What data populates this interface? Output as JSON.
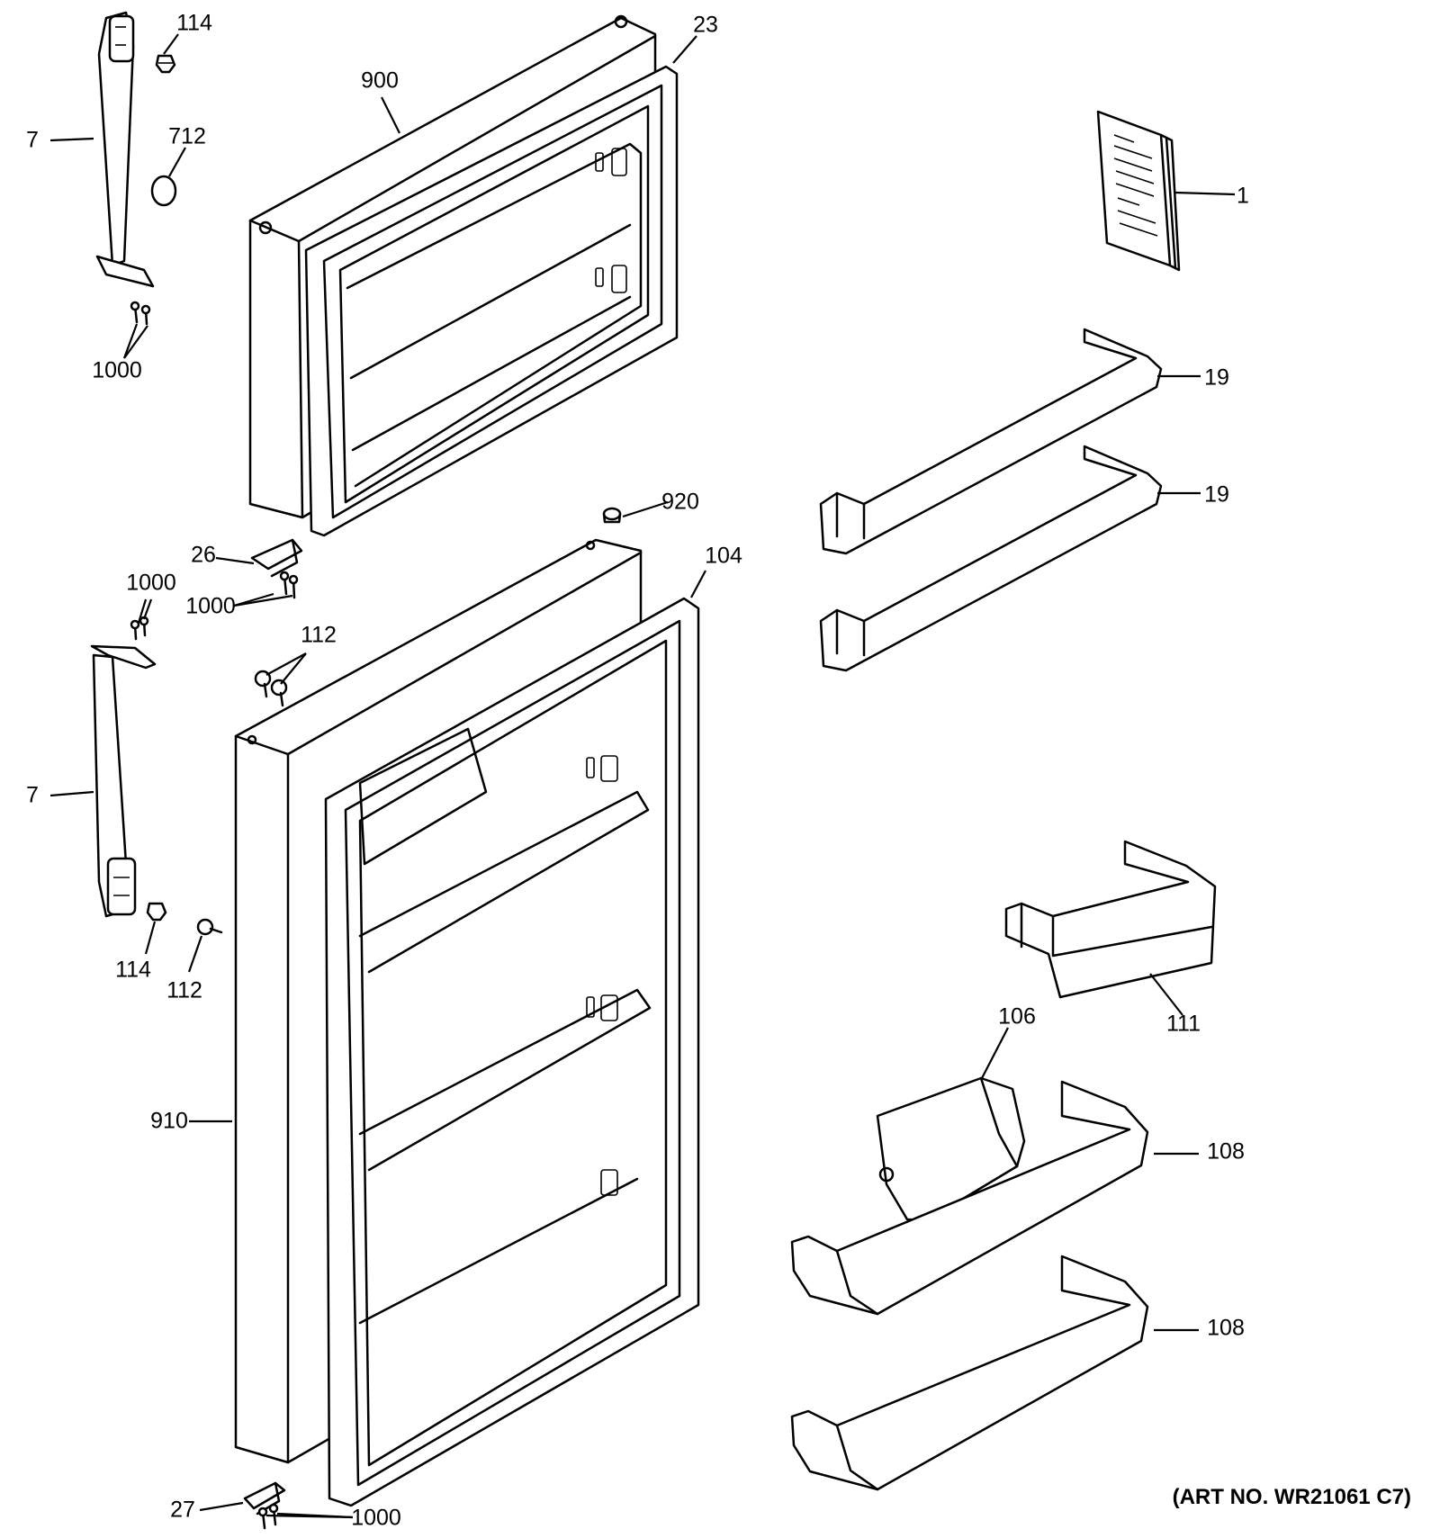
{
  "diagram": {
    "part_numbers": {
      "handle_upper": "7",
      "handle_lower": "7",
      "plug_upper": "114",
      "plug_lower": "114",
      "nameplate_ring": "712",
      "screws_upper_handle": "1000",
      "screws_lower_handle": "1000",
      "screws_center_hinge": "1000",
      "screws_bottom_hinge": "1000",
      "freezer_door": "900",
      "freezer_gasket": "23",
      "owners_manual": "1",
      "freezer_bin_a": "19",
      "freezer_bin_b": "19",
      "plug_button": "920",
      "center_hinge": "26",
      "fresh_food_gasket": "104",
      "shoulder_screws_upper": "112",
      "shoulder_screw_lower": "112",
      "fresh_food_door": "910",
      "dairy_bin": "111",
      "egg_tray": "106",
      "door_bin_a": "108",
      "door_bin_b": "108",
      "bottom_hinge": "27"
    },
    "art_number": "(ART NO. WR21061 C7)"
  }
}
